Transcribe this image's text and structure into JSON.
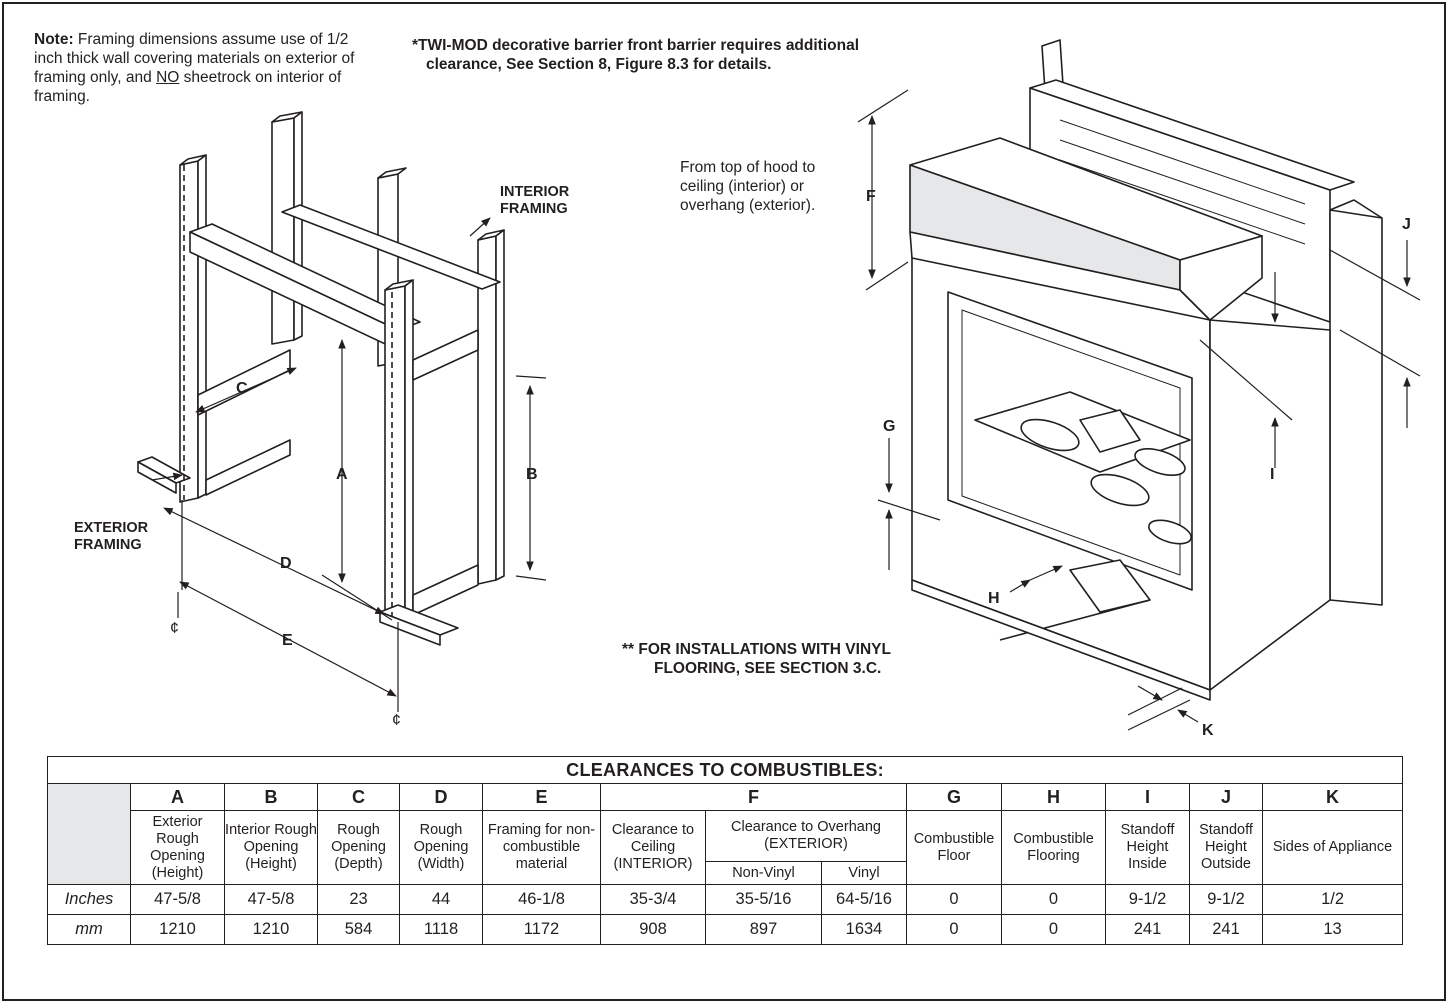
{
  "notes": {
    "note_label": "Note:",
    "note_text_1": " Framing dimensions assume use of 1/2 inch thick wall covering materials on exterior of framing only, and ",
    "note_no": "NO",
    "note_text_2": " sheetrock on interior of framing.",
    "twi_line1": "*TWI-MOD decorative barrier front barrier requires additional",
    "twi_line2": "clearance, See Section 8,  Figure 8.3 for details.",
    "hood_note": "From top of hood to ceiling (interior) or overhang (exterior).",
    "vinyl_line1": "** FOR INSTALLATIONS WITH VINYL",
    "vinyl_line2": "FLOORING, SEE SECTION 3.C."
  },
  "framing_labels": {
    "interior": "INTERIOR FRAMING",
    "exterior": "EXTERIOR FRAMING",
    "A": "A",
    "B": "B",
    "C": "C",
    "D": "D",
    "E": "E",
    "centerline": "¢"
  },
  "appliance_labels": {
    "F": "F",
    "G": "G",
    "H": "H",
    "I": "I",
    "J": "J",
    "K": "K"
  },
  "table": {
    "title": "CLEARANCES TO COMBUSTIBLES:",
    "letters": [
      "A",
      "B",
      "C",
      "D",
      "E",
      "F",
      "G",
      "H",
      "I",
      "J",
      "K"
    ],
    "desc": {
      "A": "Exterior Rough Opening (Height)",
      "B": "Interior Rough Opening (Height)",
      "C": "Rough Opening (Depth)",
      "D": "Rough Opening (Width)",
      "E": "Framing for non-combustible material",
      "F_ceiling": "Clearance to Ceiling (INTERIOR)",
      "F_overhang": "Clearance to Overhang (EXTERIOR)",
      "F_nonvinyl": "Non-Vinyl",
      "F_vinyl": "Vinyl",
      "G": "Combustible Floor",
      "H": "Combustible Flooring",
      "I": "Standoff Height Inside",
      "J": "Standoff Height Outside",
      "K": "Sides of Appliance"
    },
    "rows": [
      {
        "unit": "Inches",
        "values": [
          "47-5/8",
          "47-5/8",
          "23",
          "44",
          "46-1/8",
          "35-3/4",
          "35-5/16",
          "64-5/16",
          "0",
          "0",
          "9-1/2",
          "9-1/2",
          "1/2"
        ]
      },
      {
        "unit": "mm",
        "values": [
          "1210",
          "1210",
          "584",
          "1118",
          "1172",
          "908",
          "897",
          "1634",
          "0",
          "0",
          "241",
          "241",
          "13"
        ]
      }
    ]
  }
}
